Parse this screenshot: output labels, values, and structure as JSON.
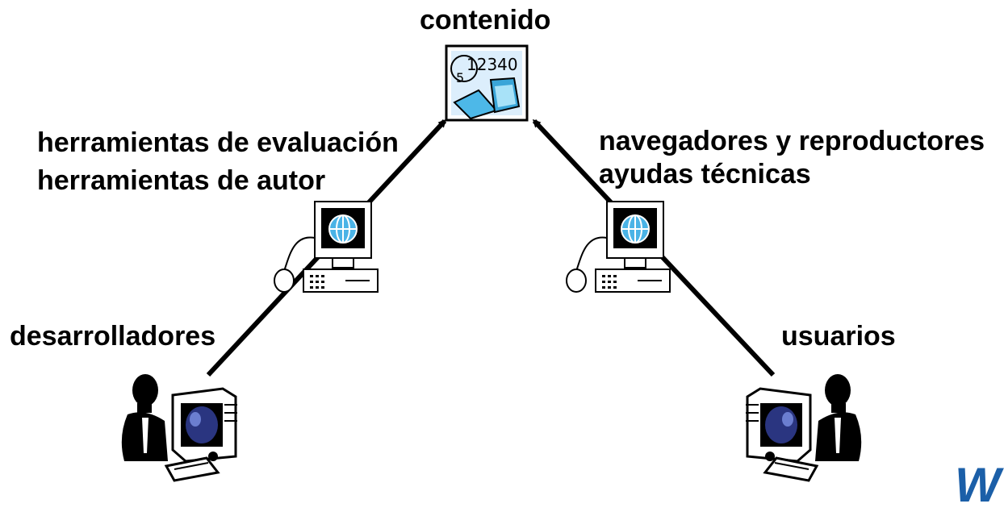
{
  "content_node": {
    "label": "contenido",
    "icon": "content-icon"
  },
  "developer_tools": {
    "lines": [
      "herramientas de evaluación",
      "herramientas de autor"
    ],
    "icon": "desktop-computer-icon"
  },
  "user_tools": {
    "lines": [
      "navegadores y reproductores",
      "ayudas técnicas"
    ],
    "icon": "desktop-computer-icon"
  },
  "developers": {
    "label": "desarrolladores",
    "icon": "person-at-computer-icon"
  },
  "users": {
    "label": "usuarios",
    "icon": "person-at-computer-icon"
  },
  "logo": {
    "text": "W",
    "icon": "w3c-logo"
  },
  "colors": {
    "text": "#000000",
    "arrow": "#000000",
    "screen": "#1a2a70",
    "logo": "#1b5fa8"
  }
}
